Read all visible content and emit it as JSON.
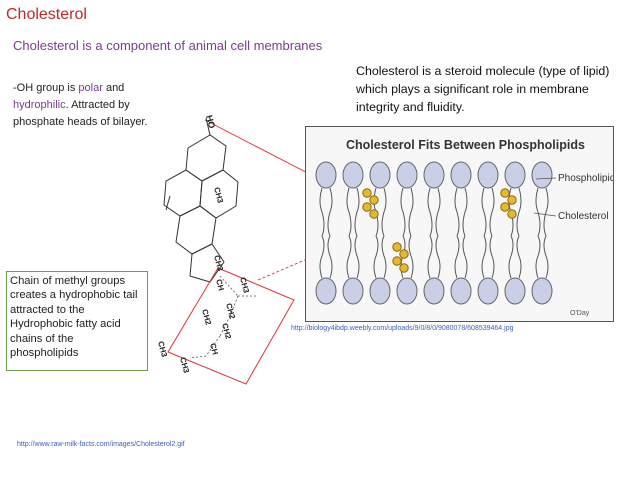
{
  "title": "Cholesterol",
  "subtitle": "Cholesterol is a component of animal cell membranes",
  "oh_note": {
    "prefix": "-OH group is ",
    "polar": "polar",
    "and": " and",
    "hydrophilic": "hydrophilic",
    "suffix": ". Attracted by phosphate heads of bilayer."
  },
  "steroid_note": "Cholesterol is a steroid molecule (type of lipid) which plays a significant role in membrane integrity and fluidity.",
  "chain_note": "Chain of methyl groups creates a hydrophobic tail attracted to the Hydrophobic fatty acid chains of the phospholipids",
  "structure_labels": {
    "oh": "HO",
    "ch3_a": "CH3",
    "ch3_b": "CH3",
    "ch": "CH",
    "ch3_c": "CH3",
    "ch2_a": "CH2",
    "ch2_b": "CH2",
    "ch2_c": "CH2",
    "ch_b": "CH",
    "ch3_d": "CH3",
    "ch3_e": "CH3"
  },
  "membrane_panel": {
    "title": "Cholesterol Fits Between Phospholipids",
    "label_phospholipid": "Phospholipid",
    "label_cholesterol": "Cholesterol",
    "signature": "O'Day"
  },
  "source_left": "http://www.raw-milk-facts.com/images/Cholesterol2.gif",
  "source_right": "http://biology4ibdp.weebly.com/uploads/9/0/8/0/9080078/608539464.jpg",
  "colors": {
    "title": "#c0282a",
    "accent_purple": "#7a3c8c",
    "arrow_red": "#d9343a",
    "box_border": "#6ba04d",
    "link_blue": "#3d5fb8",
    "head_fill": "#c9cfe6",
    "cholesterol_fill": "#e7b730"
  }
}
